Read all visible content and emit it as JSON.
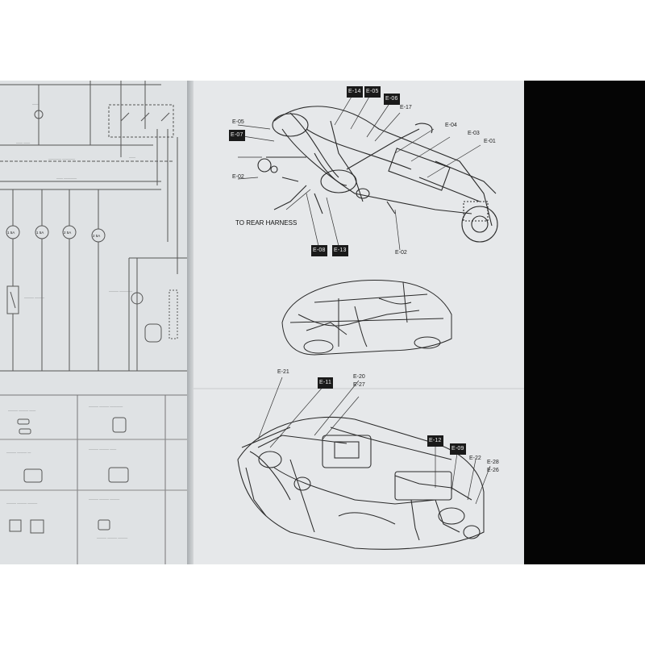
{
  "scene": {
    "colors": {
      "background": "#ffffff",
      "backdrop": "#050505",
      "paper": "#e3e6e8",
      "ink": "#222222",
      "callout_bg": "#1a1a1a"
    }
  },
  "right_page": {
    "top_diagram": {
      "callouts": [
        "E-14",
        "E-05",
        "E-06",
        "E-07",
        "E-08",
        "E-13"
      ],
      "labels": [
        "E-05",
        "E-17",
        "E-04",
        "E-03",
        "E-01",
        "E-02",
        "E-02"
      ],
      "annotation": "TO REAR HARNESS"
    },
    "bottom_diagram": {
      "callouts": [
        "E-11",
        "E-12",
        "E-09"
      ],
      "labels": [
        "E-21",
        "E-20",
        "E-27",
        "E-22",
        "E-28",
        "E-26"
      ]
    }
  },
  "left_page": {
    "fuses": [
      "1 5A",
      "1 5A",
      "2 5A",
      "2 5A"
    ]
  }
}
